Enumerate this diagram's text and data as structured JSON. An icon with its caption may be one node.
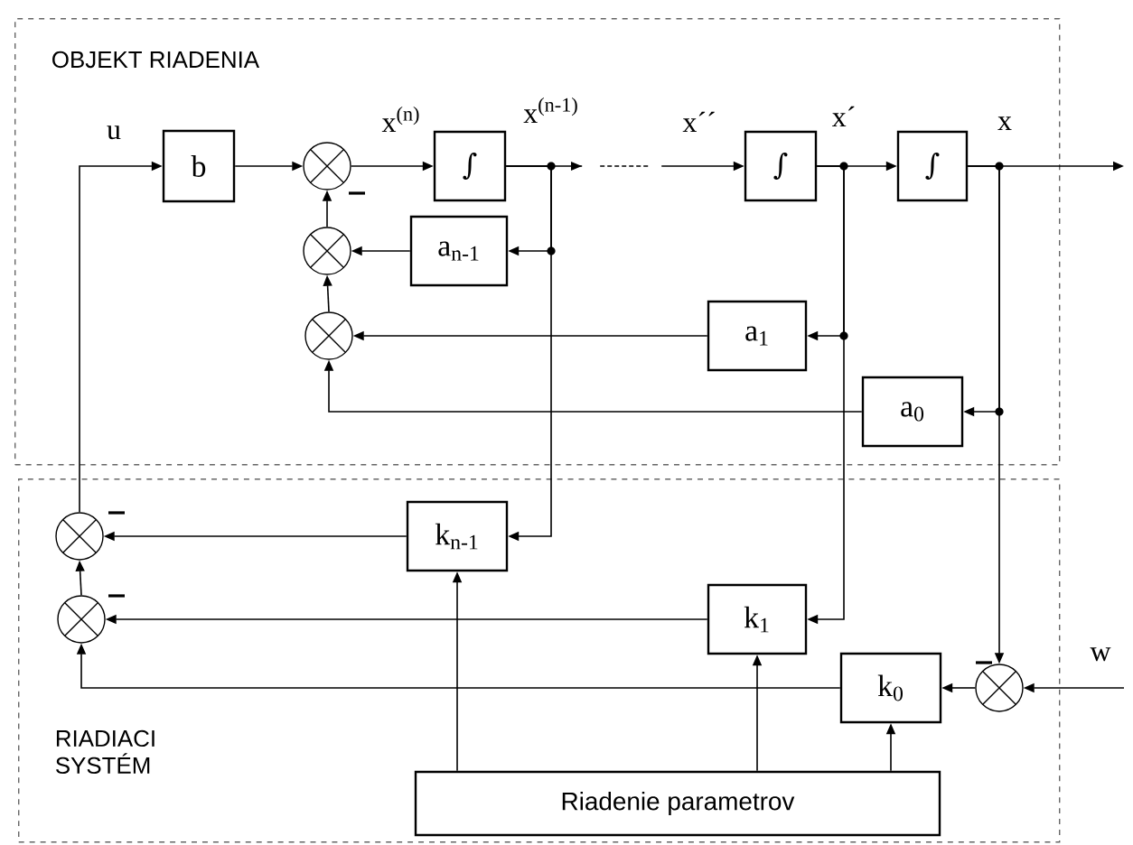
{
  "diagram": {
    "nodes": [
      {
        "text": [
          "OBJEKT RIADENIA"
        ]
      },
      {
        "text": [
          "RIADIACI SYSTÉM"
        ]
      },
      {
        "text": [
          "b"
        ],
        "in": 0
      },
      {
        "text": [],
        "shape": "circle",
        "in": 0
      },
      {
        "text": [
          "∫"
        ],
        "in": 0
      },
      {
        "text": [
          "∫"
        ],
        "in": 0
      },
      {
        "text": [
          "∫"
        ],
        "in": 0
      },
      {
        "text": [
          "a$_{n-1}$"
        ],
        "in": 0
      },
      {
        "text": [],
        "shape": "circle",
        "in": 0
      },
      {
        "text": [],
        "shape": "circle",
        "in": 0
      },
      {
        "text": [
          "a$_{1}$"
        ],
        "in": 0
      },
      {
        "text": [
          "a$_{0}$"
        ],
        "in": 0
      },
      {
        "text": [],
        "shape": "circle",
        "in": 1
      },
      {
        "text": [],
        "shape": "circle",
        "in": 1
      },
      {
        "text": [
          "k$_{n-1}$"
        ],
        "in": 1
      },
      {
        "text": [
          "k$_{1}$"
        ],
        "in": 1
      },
      {
        "text": [
          "k$_{0}$"
        ],
        "in": 1
      },
      {
        "text": [],
        "shape": "circle",
        "in": 1
      },
      {
        "text": [
          "Riadenie parametrov"
        ],
        "in": 1
      }
    ],
    "edges": [
      {
        "from": 12,
        "to": 2,
        "arrow": "to"
      },
      {
        "from": 2,
        "to": 3,
        "arrow": "to"
      },
      {
        "from": 3,
        "to": 4,
        "arrow": "to"
      },
      {
        "from": 4,
        "to": 5,
        "arrow": "to",
        "style": "dashed"
      },
      {
        "from": 5,
        "to": 6,
        "arrow": "to"
      },
      {
        "from": 6,
        "to": null,
        "arrow": "to"
      },
      {
        "from": 4,
        "to": 7,
        "arrow": "to"
      },
      {
        "from": 4,
        "to": 14,
        "arrow": "to"
      },
      {
        "from": 5,
        "to": 10,
        "arrow": "to"
      },
      {
        "from": 5,
        "to": 15,
        "arrow": "to"
      },
      {
        "from": 6,
        "to": 11,
        "arrow": "to"
      },
      {
        "from": 6,
        "to": 17,
        "arrow": "to"
      },
      {
        "from": 7,
        "to": 8,
        "arrow": "to"
      },
      {
        "from": 8,
        "to": 3,
        "arrow": "to"
      },
      {
        "from": 9,
        "to": 8,
        "arrow": "to"
      },
      {
        "from": 10,
        "to": 9,
        "arrow": "to"
      },
      {
        "from": 11,
        "to": 9,
        "arrow": "to"
      },
      {
        "from": null,
        "to": 17,
        "arrow": "to"
      },
      {
        "from": 17,
        "to": 16,
        "arrow": "to"
      },
      {
        "from": 14,
        "to": 12,
        "arrow": "to"
      },
      {
        "from": 15,
        "to": 13,
        "arrow": "to"
      },
      {
        "from": 16,
        "to": 13,
        "arrow": "to"
      },
      {
        "from": 13,
        "to": 12,
        "arrow": "to"
      },
      {
        "from": 18,
        "to": 14,
        "arrow": "to"
      },
      {
        "from": 18,
        "to": 15,
        "arrow": "to"
      },
      {
        "from": 18,
        "to": 16,
        "arrow": "to"
      }
    ],
    "labels": [
      "u",
      "x$^{(n)}$",
      "x$^{(n-1)}$",
      "x´´",
      "x´",
      "x",
      "w"
    ]
  }
}
